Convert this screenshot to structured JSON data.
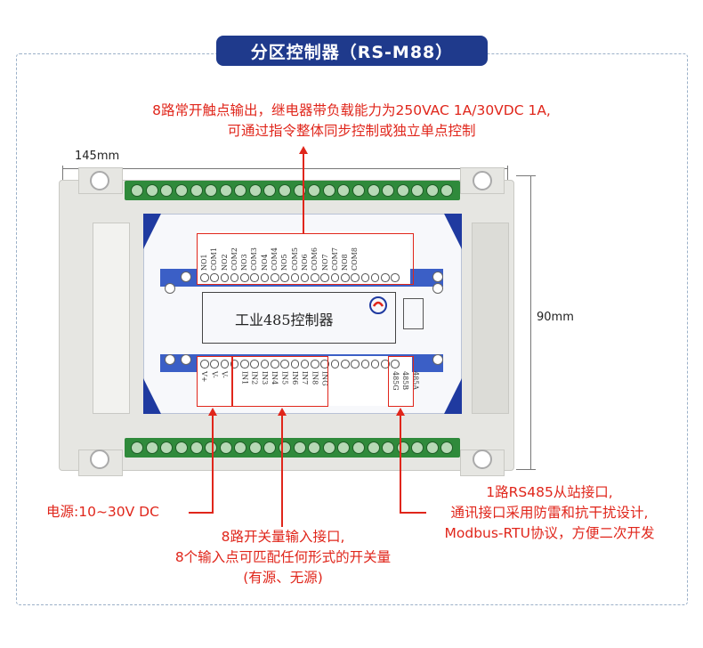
{
  "title": "分区控制器（RS-M88）",
  "top_caption": {
    "line1": "8路常开触点输出，继电器带负载能力为250VAC 1A/30VDC 1A,",
    "line2": "可通过指令整体同步控制或独立单点控制"
  },
  "dimensions": {
    "width": "145mm",
    "height": "90mm"
  },
  "device": {
    "name": "工业485控制器",
    "top_labels": [
      "NO1",
      "COM1",
      "NO2",
      "COM2",
      "NO3",
      "COM3",
      "NO4",
      "COM4",
      "NO5",
      "COM5",
      "NO6",
      "COM6",
      "NO7",
      "COM7",
      "NO8",
      "COM8"
    ],
    "bottom_labels": [
      "V+",
      "V-",
      "V-",
      "",
      "IN1",
      "IN2",
      "IN3",
      "IN4",
      "IN5",
      "IN6",
      "IN7",
      "IN8",
      "ING",
      "",
      "",
      "",
      "",
      "",
      "",
      "485G",
      "485B",
      "485A"
    ]
  },
  "callouts": {
    "power": "电源:10~30V DC",
    "inputs": {
      "line1": "8路开关量输入接口,",
      "line2": "8个输入点可匹配任何形式的开关量",
      "line3": "(有源、无源)"
    },
    "rs485": {
      "line1": "1路RS485从站接口,",
      "line2": "通讯接口采用防雷和抗干扰设计,",
      "line3": "Modbus-RTU协议，方便二次开发"
    }
  },
  "colors": {
    "title_bg": "#1f3a8c",
    "callout_red": "#e0261b",
    "panel_blue": "#1f3aa0",
    "terminal_green": "#2f8a3b"
  }
}
